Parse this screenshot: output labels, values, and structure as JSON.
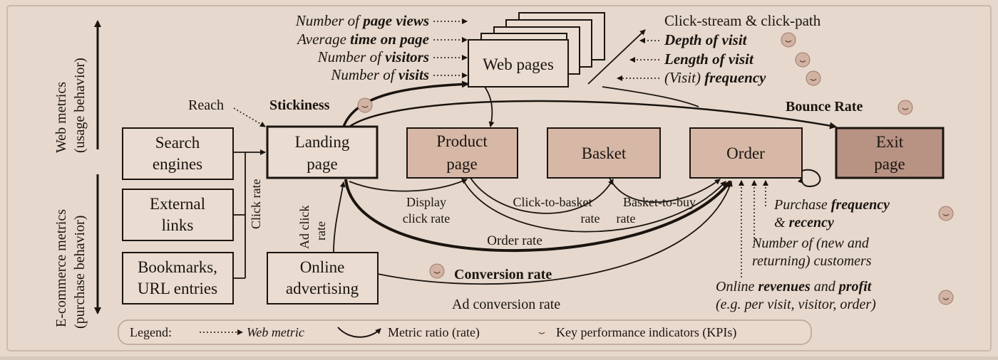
{
  "axis_labels": {
    "web_line1": "Web metrics",
    "web_line2": "(usage behavior)",
    "ecom_line1": "E-commerce metrics",
    "ecom_line2": "(purchase behavior)"
  },
  "boxes": {
    "search": [
      "Search",
      "engines"
    ],
    "external": [
      "External",
      "links"
    ],
    "bookmarks": [
      "Bookmarks,",
      "URL entries"
    ],
    "landing": [
      "Landing",
      "page"
    ],
    "product": [
      "Product",
      "page"
    ],
    "basket": [
      "Basket"
    ],
    "order": [
      "Order"
    ],
    "exit": [
      "Exit",
      "page"
    ],
    "online": [
      "Online",
      "advertising"
    ],
    "webpages": [
      "Web pages"
    ]
  },
  "web_metrics_left": [
    {
      "pre": "Number of ",
      "bold": "page views"
    },
    {
      "pre": "Average ",
      "bold": "time on page"
    },
    {
      "pre": "Number of ",
      "bold": "visitors"
    },
    {
      "pre": "Number of ",
      "bold": "visits"
    }
  ],
  "web_metrics_right": {
    "clickstream": "Click-stream & click-path",
    "depth": "Depth of visit",
    "length": "Length of visit",
    "freq_pre": "(Visit) ",
    "freq_bold": "frequency"
  },
  "labels": {
    "reach": "Reach",
    "stickiness": "Stickiness",
    "bounce": "Bounce Rate",
    "click_rate": "Click rate",
    "ad_click_rate_1": "Ad click",
    "ad_click_rate_2": "rate",
    "display_1": "Display",
    "display_2": "click rate",
    "ctb_1": "Click-to-basket",
    "ctb_2": "rate",
    "btb_1": "Basket-to-buy",
    "btb_2": "rate",
    "order_rate": "Order rate",
    "conversion": "Conversion rate",
    "ad_conversion": "Ad conversion rate"
  },
  "purchase_metrics": {
    "pf_pre": "Purchase ",
    "pf_bold": "frequency",
    "pr_pre": "& ",
    "pr_bold": "recency",
    "cust_1": "Number of (new and",
    "cust_2": "returning) customers",
    "rev_pre": "Online ",
    "rev_b1": "revenues",
    "rev_mid": " and ",
    "rev_b2": "profit",
    "rev_2": "(e.g. per visit, visitor, order)"
  },
  "legend": {
    "title": "Legend:",
    "web_metric": "Web metric",
    "ratio": "Metric ratio (rate)",
    "kpi": "Key performance indicators (KPIs)"
  },
  "colors": {
    "background": "#e6d8cc",
    "box_light": "#eadcd0",
    "box_medium": "#d7b8a6",
    "box_dark": "#b89383",
    "stroke": "#1a1410",
    "kpi": "#d2b2a2"
  }
}
